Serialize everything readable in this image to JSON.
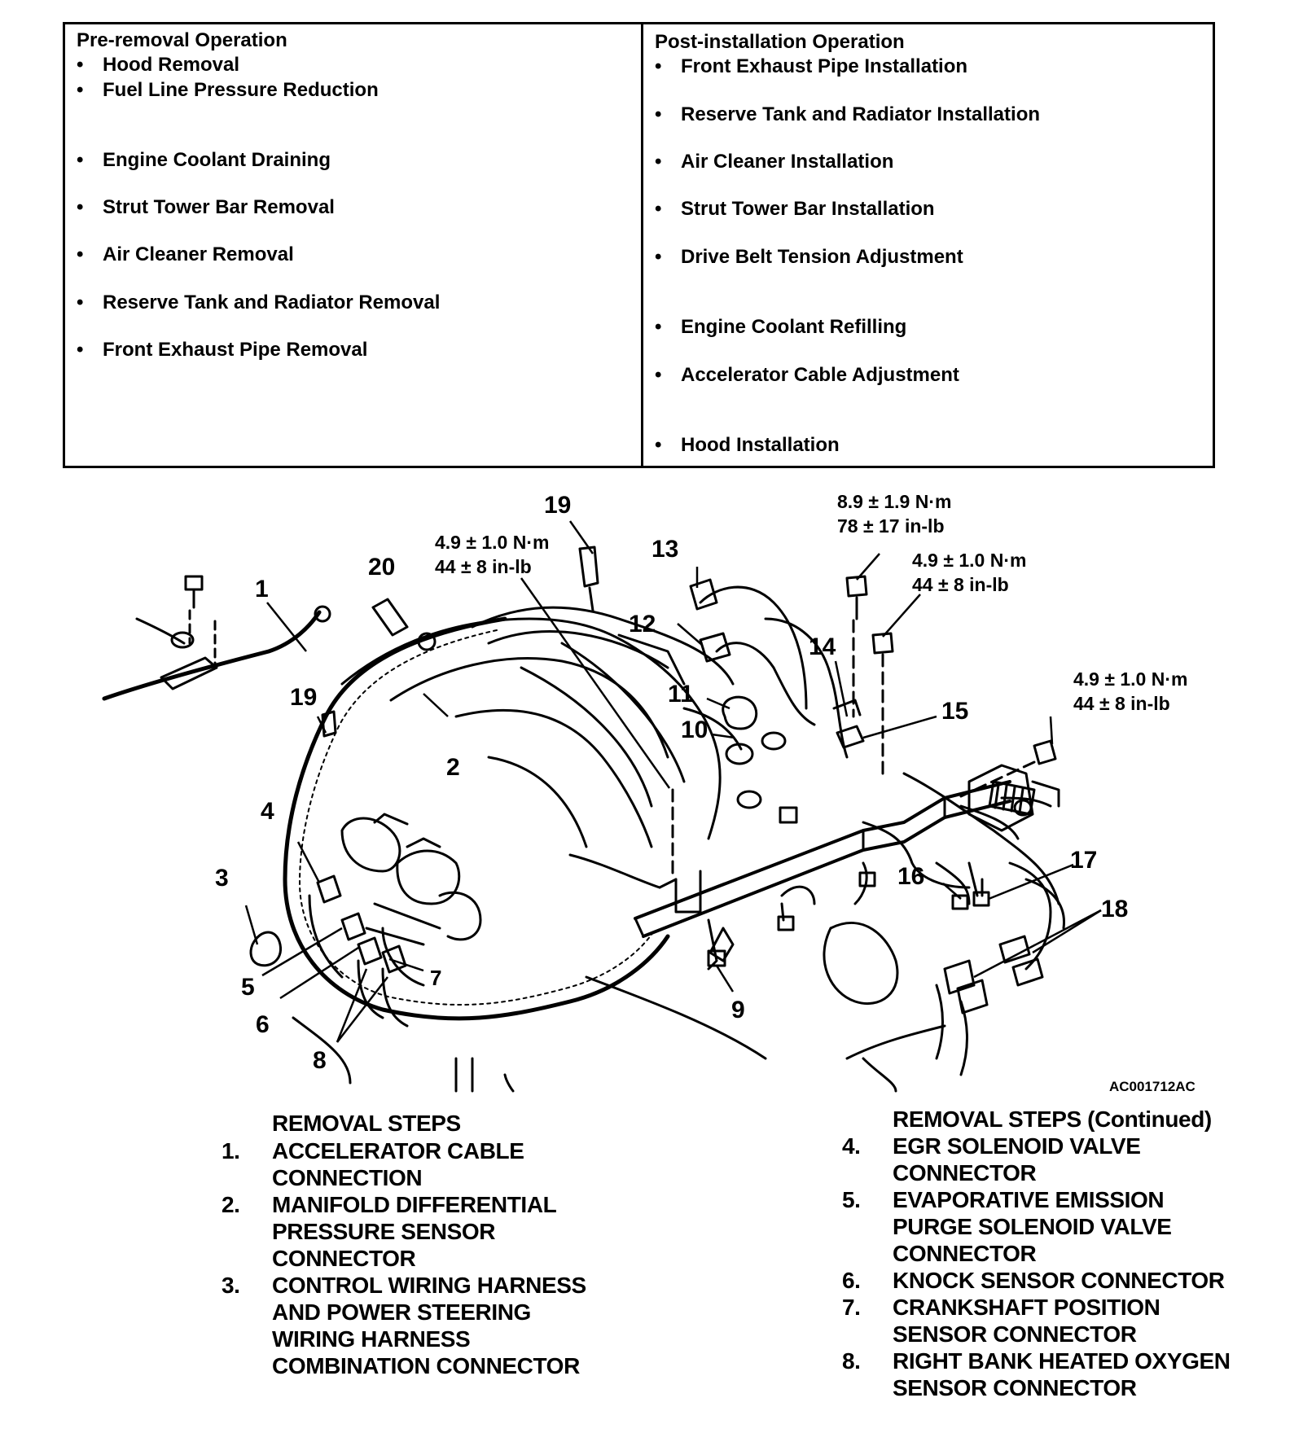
{
  "pre_removal": {
    "heading": "Pre-removal Operation",
    "items": [
      "Hood Removal",
      "Fuel Line Pressure Reduction",
      "Engine Coolant Draining",
      "Strut Tower Bar Removal",
      "Air Cleaner Removal",
      "Reserve Tank and Radiator Removal",
      "Front Exhaust Pipe Removal"
    ]
  },
  "post_installation": {
    "heading": "Post-installation Operation",
    "items": [
      "Front Exhaust Pipe Installation",
      "Reserve Tank and Radiator Installation",
      "Air Cleaner Installation",
      "Strut Tower Bar Installation",
      "Drive Belt Tension Adjustment",
      "Engine Coolant Refilling",
      "Accelerator Cable Adjustment",
      "Hood Installation"
    ]
  },
  "diagram": {
    "figure_code": "AC001712AC",
    "callouts": [
      "1",
      "2",
      "3",
      "4",
      "5",
      "6",
      "7",
      "8",
      "9",
      "10",
      "11",
      "12",
      "13",
      "14",
      "15",
      "16",
      "17",
      "18",
      "19",
      "19",
      "20"
    ],
    "torques": [
      {
        "nm": "4.9 ± 1.0 N·m",
        "inlb": "44 ± 8 in-lb"
      },
      {
        "nm": "8.9 ± 1.9 N·m",
        "inlb": "78 ± 17 in-lb"
      },
      {
        "nm": "4.9 ± 1.0 N·m",
        "inlb": "44 ± 8 in-lb"
      },
      {
        "nm": "4.9 ± 1.0 N·m",
        "inlb": "44 ± 8 in-lb"
      }
    ]
  },
  "removal_steps": {
    "heading": "REMOVAL STEPS",
    "heading_continued": "REMOVAL STEPS (Continued)",
    "left": [
      {
        "num": "1.",
        "lines": [
          "ACCELERATOR CABLE",
          "CONNECTION"
        ]
      },
      {
        "num": "2.",
        "lines": [
          "MANIFOLD DIFFERENTIAL",
          "PRESSURE SENSOR",
          "CONNECTOR"
        ]
      },
      {
        "num": "3.",
        "lines": [
          "CONTROL WIRING HARNESS",
          "AND POWER STEERING",
          "WIRING HARNESS",
          "COMBINATION CONNECTOR"
        ]
      }
    ],
    "right": [
      {
        "num": "4.",
        "lines": [
          "EGR SOLENOID VALVE",
          "CONNECTOR"
        ]
      },
      {
        "num": "5.",
        "lines": [
          "EVAPORATIVE EMISSION",
          "PURGE SOLENOID VALVE",
          "CONNECTOR"
        ]
      },
      {
        "num": "6.",
        "lines": [
          "KNOCK SENSOR CONNECTOR"
        ]
      },
      {
        "num": "7.",
        "lines": [
          "CRANKSHAFT POSITION",
          "SENSOR CONNECTOR"
        ]
      },
      {
        "num": "8.",
        "lines": [
          "RIGHT BANK HEATED OXYGEN",
          "SENSOR CONNECTOR"
        ]
      }
    ]
  }
}
